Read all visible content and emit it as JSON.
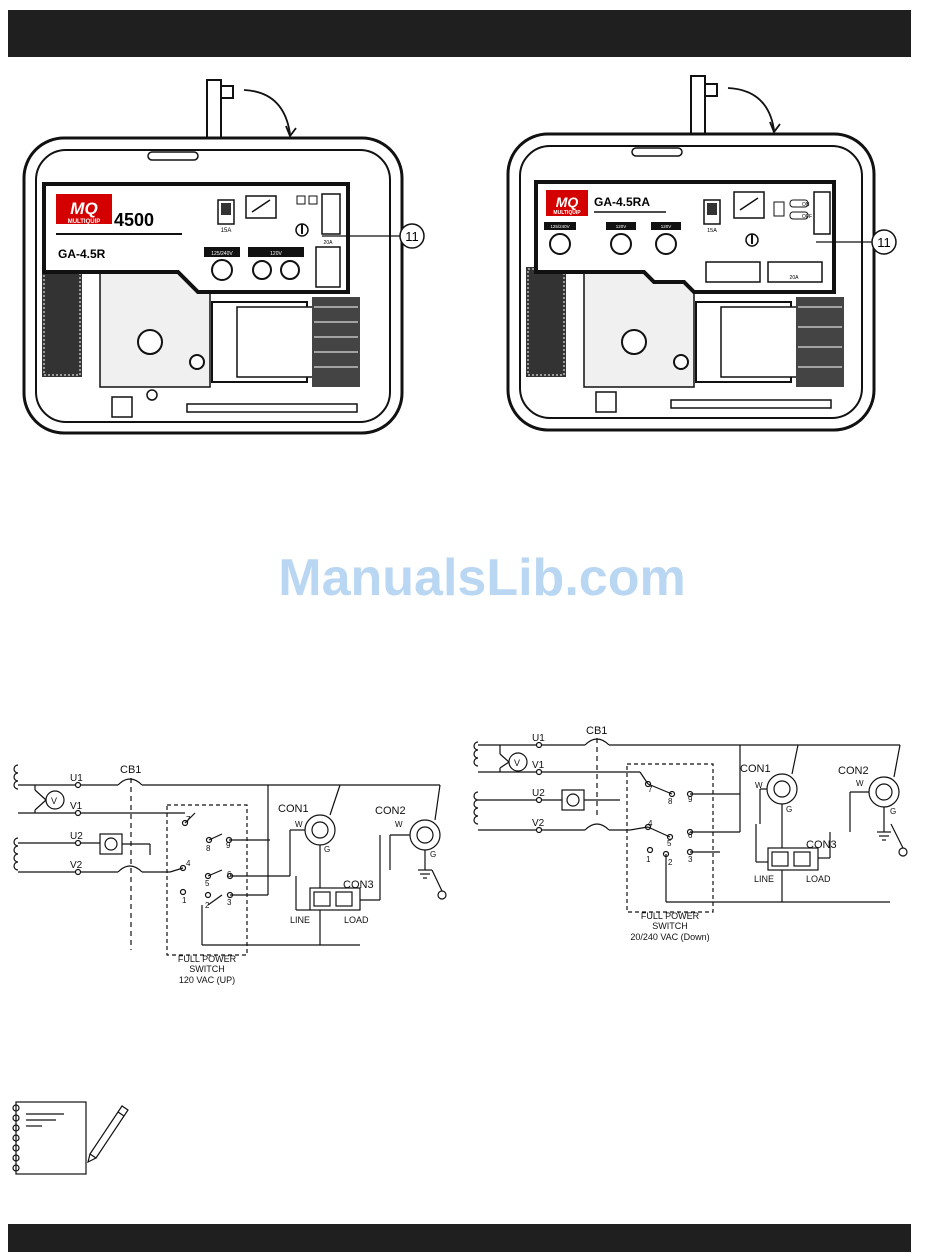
{
  "brand": {
    "badge": "MQ",
    "name": "MULTIQUIP"
  },
  "generator_left": {
    "model_number": "4500",
    "model": "GA-4.5R",
    "callout": "11",
    "panel": {
      "breaker": "15A",
      "receptacle_a": "125/240V",
      "receptacle_b": "120V",
      "amps": "20A"
    }
  },
  "generator_right": {
    "model": "GA-4.5RA",
    "callout": "11",
    "panel": {
      "breaker": "15A",
      "receptacle_a": "125/240V",
      "receptacle_b": "120V",
      "receptacle_c": "120V",
      "amps": "20A",
      "on": "ON",
      "off": "OFF"
    }
  },
  "watermark": "ManualsLib.com",
  "schematic_left": {
    "u1": "U1",
    "v1": "V1",
    "u2": "U2",
    "v2": "V2",
    "cb1": "CB1",
    "v": "V",
    "w": "W",
    "g": "G",
    "con1": "CON1",
    "con2": "CON2",
    "con3": "CON3",
    "line": "LINE",
    "load": "LOAD",
    "t1": "1",
    "t2": "2",
    "t3": "3",
    "t4": "4",
    "t5": "5",
    "t6": "6",
    "t7": "7",
    "t8": "8",
    "t9": "9",
    "switch_line1": "FULL POWER",
    "switch_line2": "SWITCH",
    "switch_line3": "120 VAC (UP)"
  },
  "schematic_right": {
    "u1": "U1",
    "v1": "V1",
    "u2": "U2",
    "v2": "V2",
    "cb1": "CB1",
    "v": "V",
    "w": "W",
    "g": "G",
    "con1": "CON1",
    "con2": "CON2",
    "con3": "CON3",
    "line": "LINE",
    "load": "LOAD",
    "t1": "1",
    "t2": "2",
    "t3": "3",
    "t4": "4",
    "t5": "5",
    "t6": "6",
    "t7": "7",
    "t8": "8",
    "t9": "9",
    "switch_line1": "FULL POWER",
    "switch_line2": "SWITCH",
    "switch_line3": "20/240 VAC (Down)"
  }
}
